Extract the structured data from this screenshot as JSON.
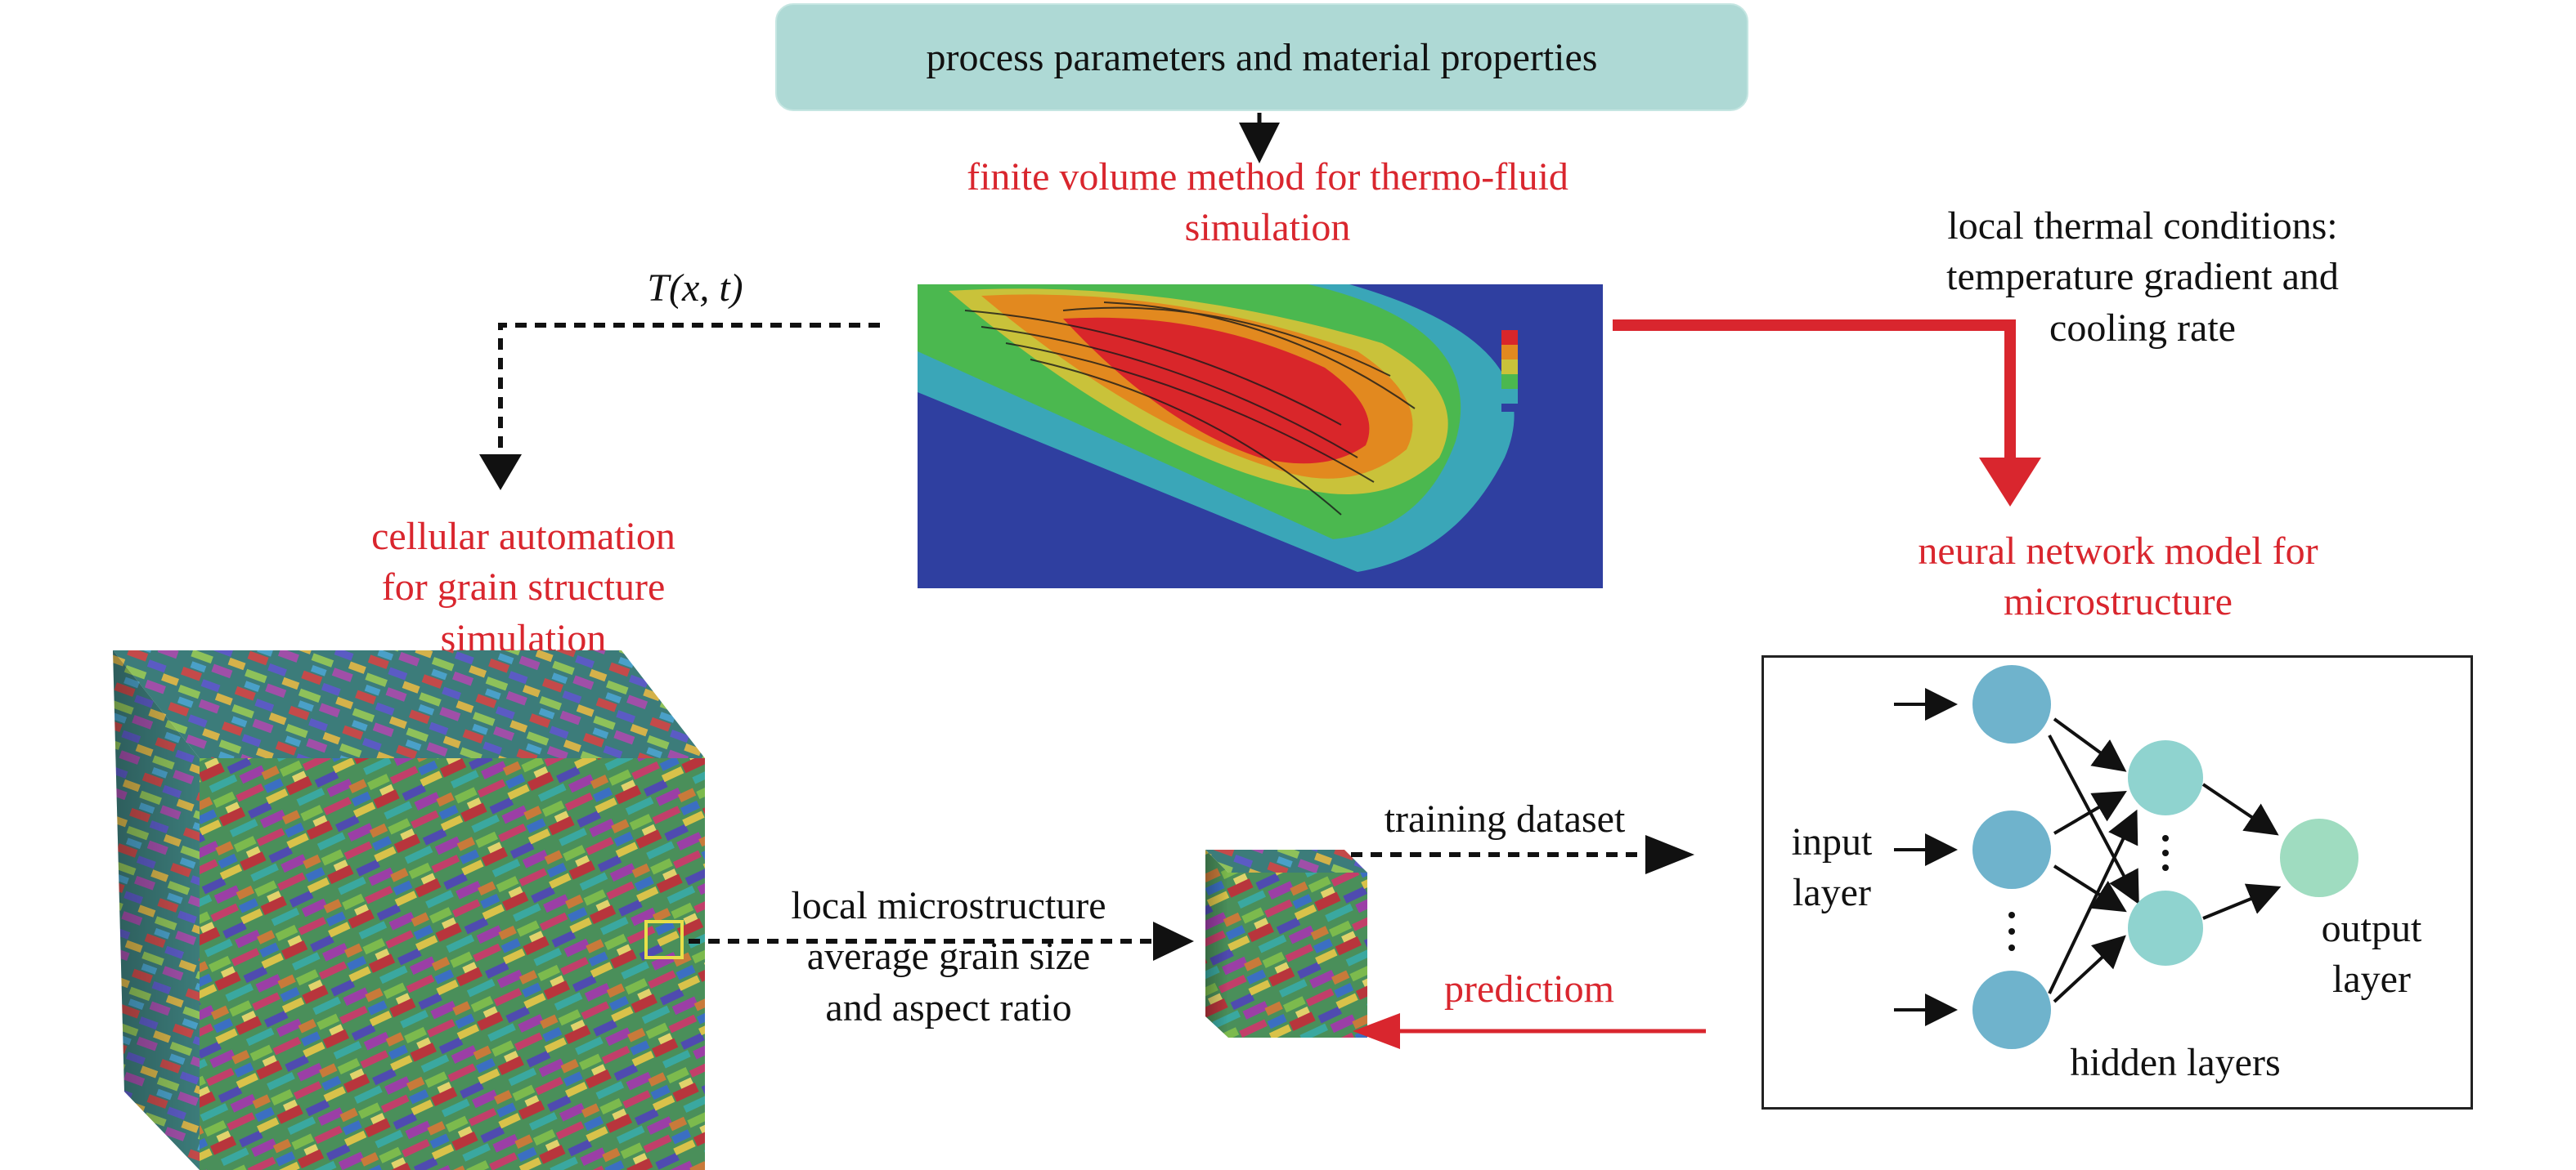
{
  "top_box": {
    "text": "process parameters and material properties"
  },
  "fvm": {
    "label_line1": "finite volume method for thermo-fluid",
    "label_line2": "simulation"
  },
  "temperature_field": {
    "label": "T(x, t)"
  },
  "thermal_conditions": {
    "line1": "local thermal conditions:",
    "line2": "temperature gradient and",
    "line3": "cooling rate"
  },
  "ca": {
    "line1": "cellular automation",
    "line2": "for grain structure",
    "line3": "simulation"
  },
  "nn_title": {
    "line1": "neural network model for",
    "line2": "microstructure"
  },
  "local_micro": {
    "line1": "local microstructure",
    "line2": "average grain size",
    "line3": "and aspect ratio"
  },
  "training": {
    "label": "training dataset"
  },
  "prediction": {
    "label": "predictiom"
  },
  "nn": {
    "input_label_1": "input",
    "input_label_2": "layer",
    "hidden_label": "hidden layers",
    "output_label_1": "output",
    "output_label_2": "layer"
  },
  "colors": {
    "accent_red": "#d9262e",
    "top_box": "#aed9d5",
    "node_input": "#6fb3cc",
    "node_hidden": "#8fd3cf",
    "node_output": "#9fdcc0"
  }
}
